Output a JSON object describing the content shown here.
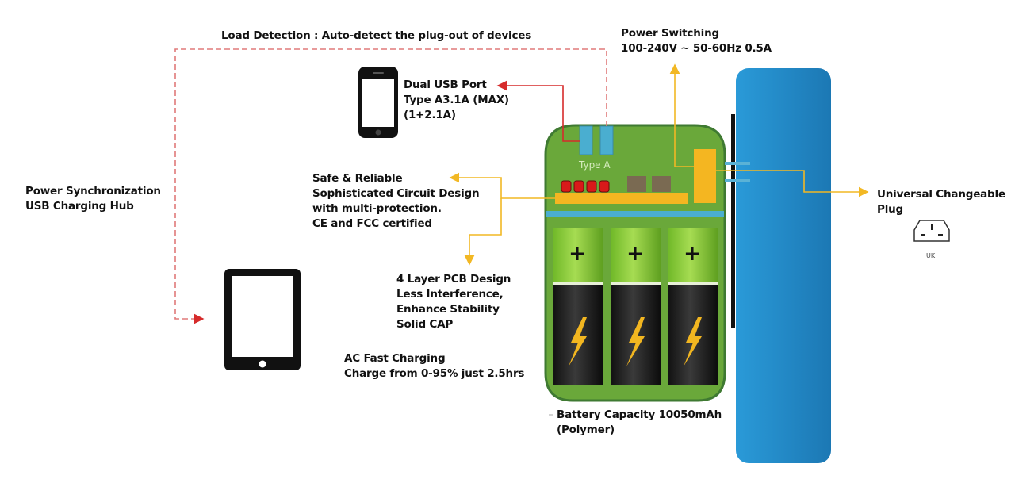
{
  "colors": {
    "callout_red": "#d62b2b",
    "dashed_red": "#e07a7a",
    "callout_yellow": "#f2b824",
    "pcb_green": "#6aa83a",
    "pcb_border": "#3f7a32",
    "case_blue": "#2a8ccc",
    "port_blue": "#4aaed0",
    "component_yellow": "#f4b621",
    "capacitor_red": "#d91a1a",
    "battery_green": "#8ccc3a",
    "battery_black": "#1a1a1a",
    "bolt_yellow": "#f2b620"
  },
  "labels": {
    "load_detection": "Load Detection : Auto-detect the plug-out of devices",
    "power_switching": [
      "Power Switching",
      "100-240V ~ 50-60Hz 0.5A"
    ],
    "dual_usb": [
      "Dual USB Port",
      "Type A3.1A (MAX)",
      "(1+2.1A)"
    ],
    "safe_reliable": [
      "Safe & Reliable",
      "Sophisticated Circuit Design",
      "with multi-protection.",
      "CE and FCC certified"
    ],
    "pcb_design": [
      "4 Layer PCB Design",
      "Less Interference,",
      "Enhance Stability",
      "Solid CAP"
    ],
    "ac_fast_charging": [
      "AC Fast Charging",
      "Charge from 0-95% just 2.5hrs"
    ],
    "power_sync": [
      "Power Synchronization",
      "USB Charging Hub"
    ],
    "battery_capacity": [
      "Battery Capacity 10050mAh",
      "(Polymer)"
    ],
    "universal_plug": [
      "Universal Changeable",
      "Plug"
    ],
    "port_label": "Type A",
    "plug_region": "UK",
    "battery_terminal": "+"
  },
  "components": {
    "battery_cells": 3,
    "capacitors": 4,
    "usb_ports": 2
  }
}
